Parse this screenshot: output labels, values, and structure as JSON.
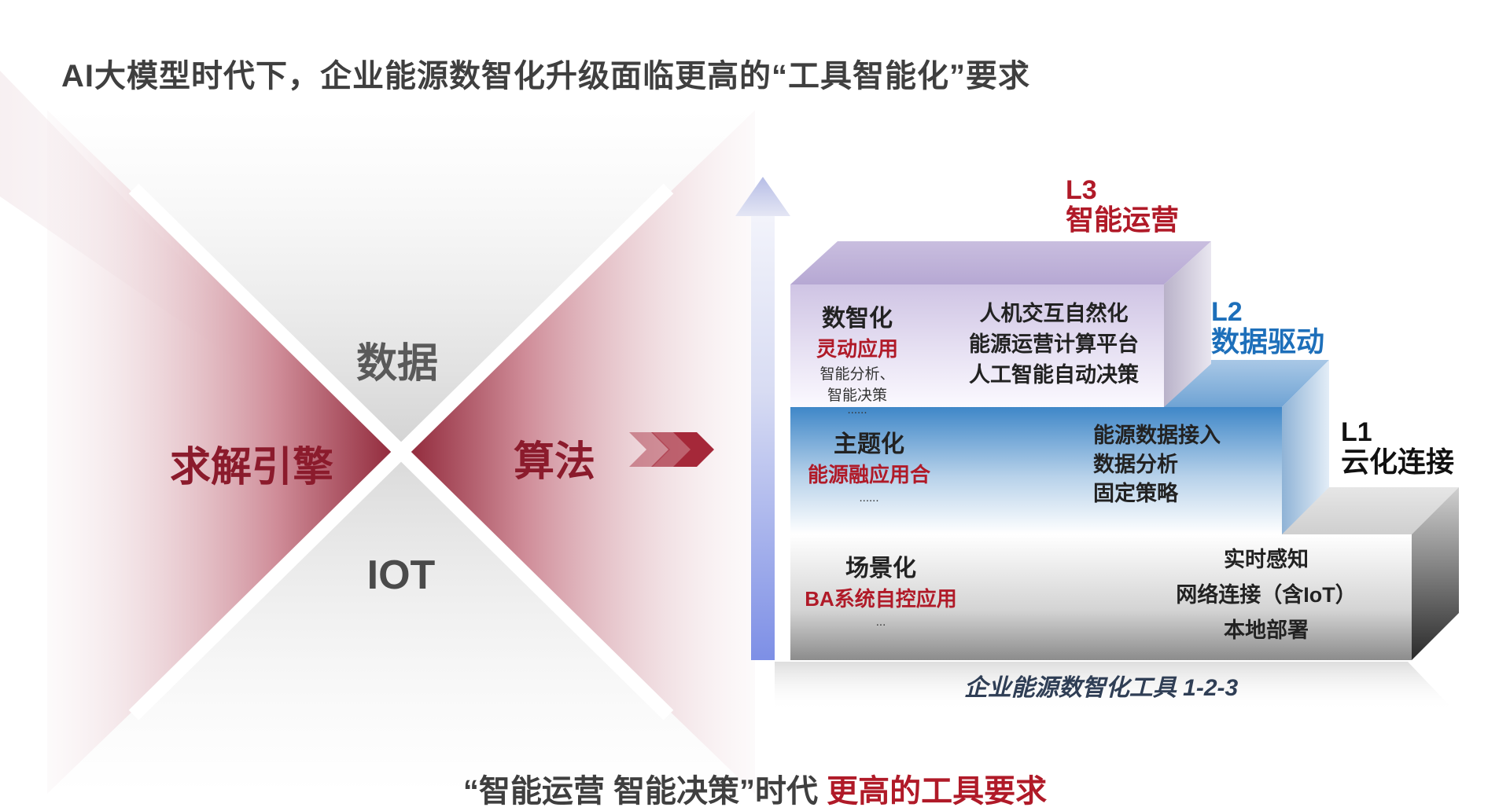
{
  "title": "AI大模型时代下，企业能源数智化升级面临更高的“工具智能化”要求",
  "cross": {
    "top": "数据",
    "left": "求解引擎",
    "right": "算法",
    "bottom": "IOT"
  },
  "levels": {
    "l3": {
      "code": "L3",
      "name": "智能运营"
    },
    "l2": {
      "code": "L2",
      "name": "数据驱动"
    },
    "l1": {
      "code": "L1",
      "name": "云化连接"
    }
  },
  "steps": {
    "top": {
      "heading": "数智化",
      "app": "灵动应用",
      "examples": [
        "智能分析、",
        "智能决策"
      ],
      "more": "......",
      "features": [
        "人机交互自然化",
        "能源运营计算平台",
        "人工智能自动决策"
      ]
    },
    "middle": {
      "heading": "主题化",
      "app": "能源融应用合",
      "more": "......",
      "features": [
        "能源数据接入",
        "数据分析",
        "固定策略"
      ]
    },
    "bottom": {
      "heading": "场景化",
      "app": "BA系统自控应用",
      "more": "...",
      "features": [
        "实时感知",
        "网络连接（含IoT）",
        "本地部署"
      ]
    }
  },
  "caption": "企业能源数智化工具 1-2-3",
  "footer": {
    "part1": "“智能运营 智能决策”时代 ",
    "part2": "更高的工具要求"
  },
  "colors": {
    "accent_red": "#b01a28",
    "blue": "#1d6fba",
    "dark_text": "#222222",
    "title_text": "#3f3f3f"
  }
}
